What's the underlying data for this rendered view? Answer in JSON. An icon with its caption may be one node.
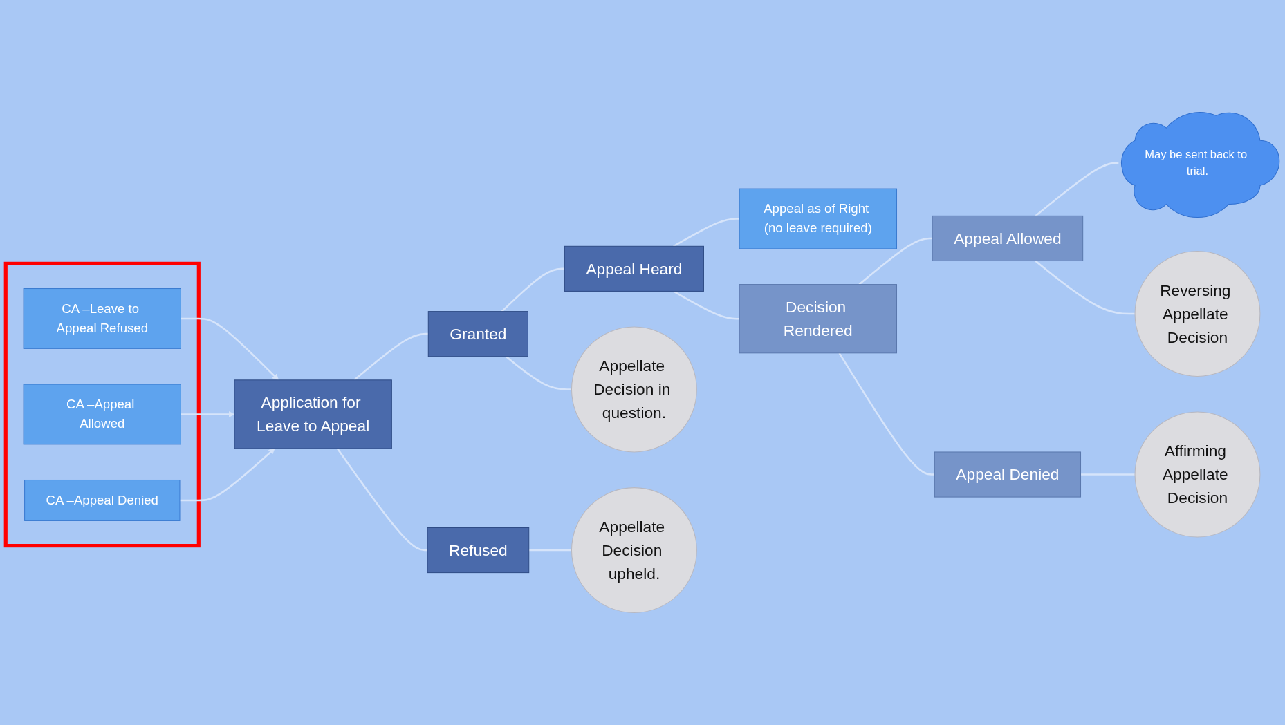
{
  "diagram": {
    "nodes": [
      {
        "text": [],
        "shape": "box"
      },
      {
        "text": [
          "CA –Leave to Appeal Refused"
        ],
        "in": 0
      },
      {
        "text": [
          "CA –Appeal Allowed"
        ],
        "in": 0
      },
      {
        "text": [
          "CA –Appeal Denied"
        ],
        "in": 0
      },
      {
        "text": [
          "Application for Leave to Appeal"
        ]
      },
      {
        "text": [
          "Granted"
        ]
      },
      {
        "text": [
          "Refused"
        ]
      },
      {
        "text": [
          "Appeal Heard"
        ]
      },
      {
        "text": [
          "Appeal as of Right (no leave required)"
        ]
      },
      {
        "text": [
          "Decision Rendered"
        ]
      },
      {
        "text": [
          "Appeal Allowed"
        ]
      },
      {
        "text": [
          "Appeal Denied"
        ]
      },
      {
        "text": [
          "Appellate Decision in question."
        ]
      },
      {
        "text": [
          "Appellate Decision upheld."
        ]
      },
      {
        "text": [
          "May be sent back to trial."
        ]
      },
      {
        "text": [
          "Reversing Appellate Decision"
        ]
      },
      {
        "text": [
          "Affirming Appellate Decision"
        ]
      }
    ],
    "edges": [
      {
        "from": 1,
        "to": 4,
        "arrow": "to"
      },
      {
        "from": 2,
        "to": 4,
        "arrow": "to"
      },
      {
        "from": 3,
        "to": 4,
        "arrow": "to"
      },
      {
        "from": 4,
        "to": 5,
        "arrow": "none"
      },
      {
        "from": 4,
        "to": 6,
        "arrow": "none"
      },
      {
        "from": 5,
        "to": 7,
        "arrow": "none"
      },
      {
        "from": 7,
        "to": 8,
        "arrow": "none"
      },
      {
        "from": 7,
        "to": 9,
        "arrow": "none"
      },
      {
        "from": 9,
        "to": 10,
        "arrow": "none"
      },
      {
        "from": 9,
        "to": 11,
        "arrow": "none"
      },
      {
        "from": 12,
        "to": 5,
        "arrow": "none"
      },
      {
        "from": 13,
        "to": 6,
        "arrow": "none"
      },
      {
        "from": 14,
        "to": 10,
        "arrow": "none"
      },
      {
        "from": 15,
        "to": 10,
        "arrow": "none"
      },
      {
        "from": 16,
        "to": 11,
        "arrow": "none"
      }
    ]
  }
}
